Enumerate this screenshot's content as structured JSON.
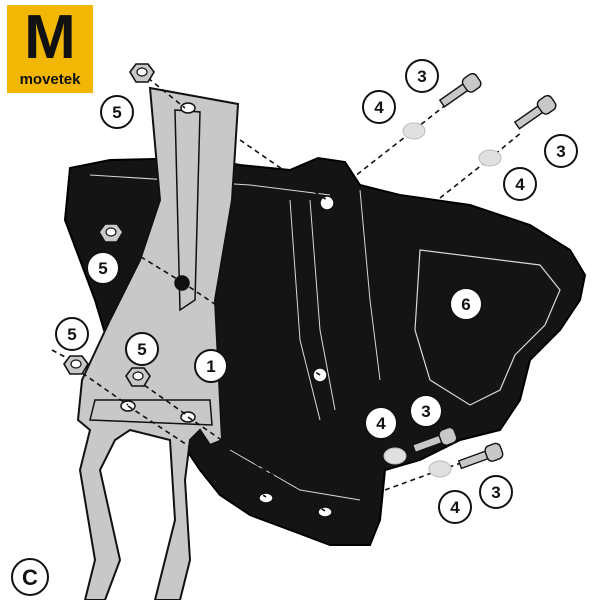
{
  "brand": {
    "letter": "M",
    "name": "movetek",
    "color": "#f2b705"
  },
  "panel_label": "C",
  "callouts": {
    "c1": "1",
    "c3a": "3",
    "c3b": "3",
    "c3c": "3",
    "c3d": "3",
    "c4a": "4",
    "c4b": "4",
    "c4c": "4",
    "c4d": "4",
    "c5a": "5",
    "c5b": "5",
    "c5c": "5",
    "c5d": "5",
    "c6": "6"
  },
  "colors": {
    "panel": "#141414",
    "bracket": "#c8c8c8",
    "line": "#111111"
  }
}
